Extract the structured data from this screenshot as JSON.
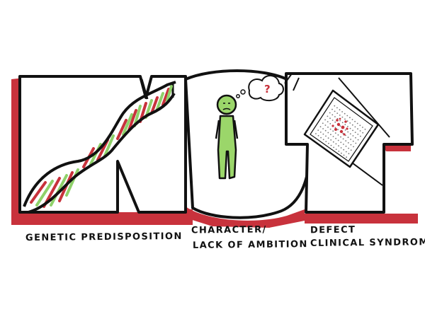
{
  "illustration": {
    "letters": [
      "N",
      "O",
      "T"
    ],
    "colors": {
      "ink": "#111111",
      "shadow_red": "#c8323c",
      "strand_green": "#8fd16a",
      "strand_red": "#c8323c",
      "figure_green": "#9bd66a",
      "paper": "#ffffff"
    },
    "thought_symbol": "?"
  },
  "captions": {
    "genetic": "GENETIC PREDISPOSITION",
    "character_line1": "CHARACTER/",
    "character_line2": "LACK OF AMBITION",
    "defect_line1": "DEFECT",
    "defect_line2": "CLINICAL SYNDROME"
  }
}
